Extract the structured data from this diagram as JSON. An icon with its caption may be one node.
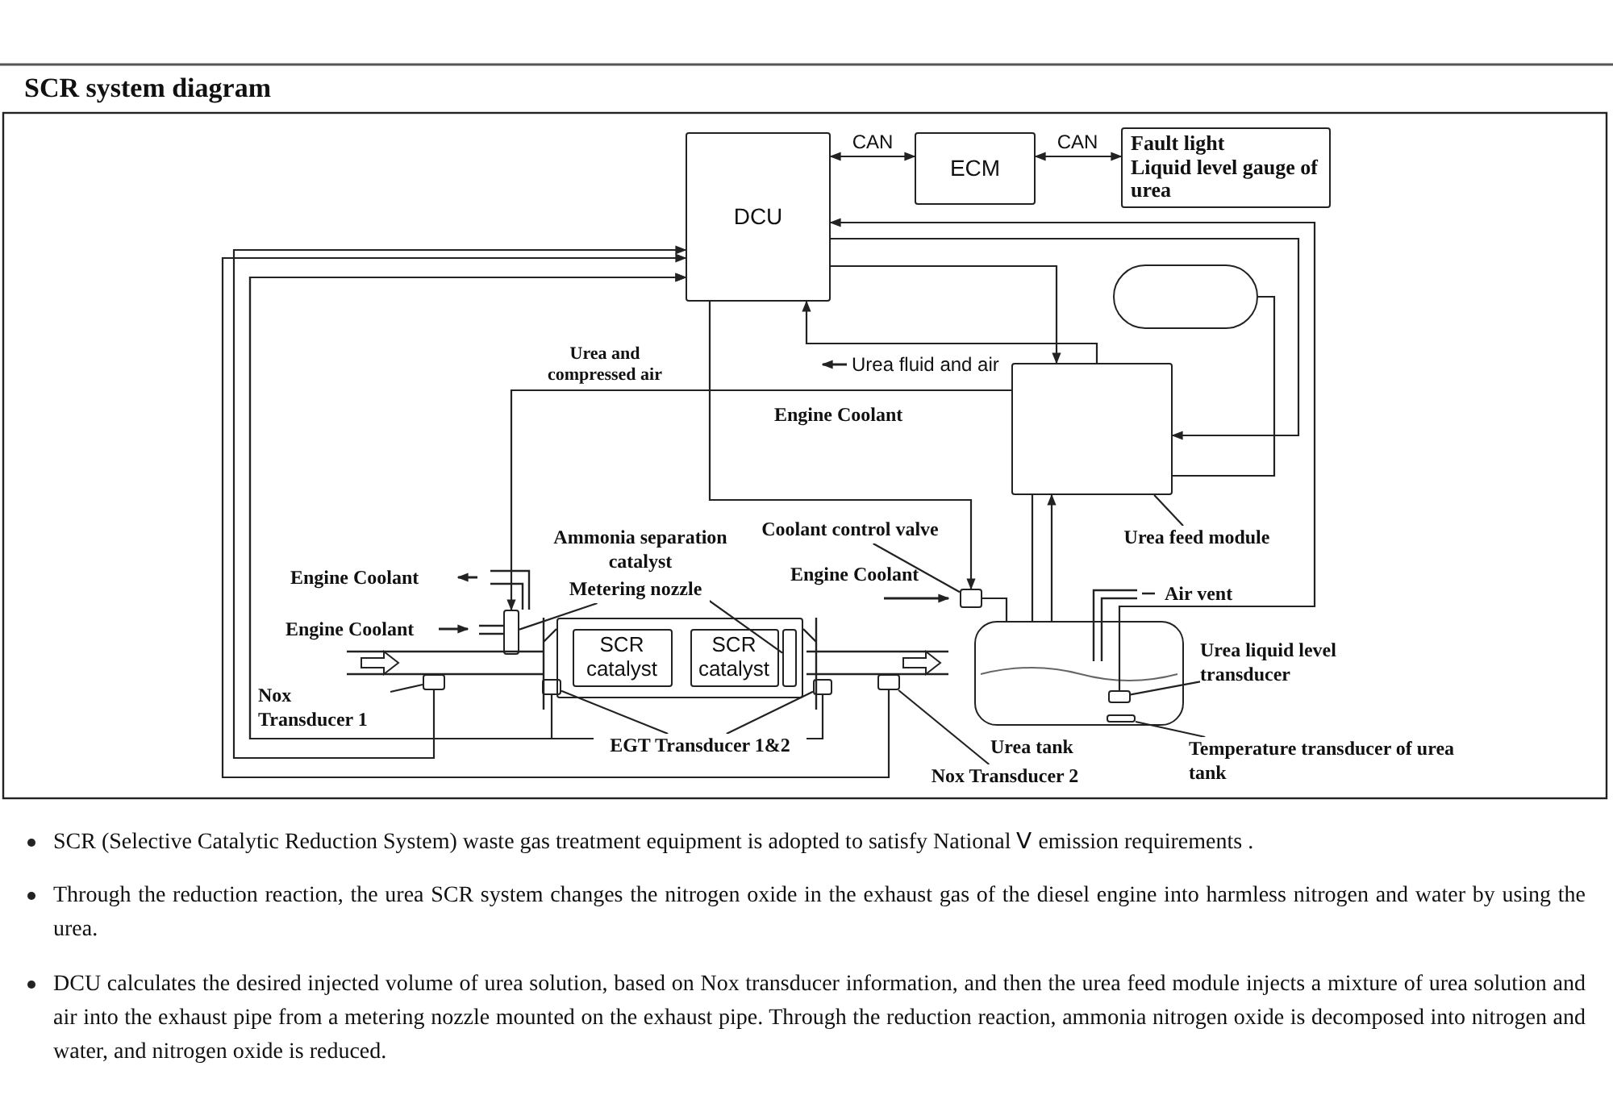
{
  "diagram": {
    "title": "SCR system diagram",
    "nodes": [
      {
        "text": [
          "DCU"
        ]
      },
      {
        "text": [
          "ECM"
        ]
      },
      {
        "text": [
          "Fault light",
          "Liquid level gauge of urea"
        ]
      },
      {
        "text": [],
        "shape": "cylinder"
      },
      {
        "text": [],
        "shape": "box"
      },
      {
        "text": [
          "Urea feed module"
        ]
      },
      {
        "text": [],
        "shape": "box",
        "beside": [
          "Urea tank"
        ]
      },
      {
        "text": [],
        "shape": "box"
      },
      {
        "text": [
          "SCR catalyst"
        ],
        "in": 7
      },
      {
        "text": [
          "SCR catalyst"
        ],
        "in": 7
      },
      {
        "text": [],
        "shape": "box",
        "in": 7
      },
      {
        "text": [
          "Ammonia separation catalyst"
        ]
      },
      {
        "text": [],
        "shape": "box"
      },
      {
        "text": [
          "Metering nozzle"
        ]
      },
      {
        "text": [],
        "shape": "box"
      },
      {
        "text": [
          "Nox Transducer 1"
        ]
      },
      {
        "text": [],
        "shape": "box"
      },
      {
        "text": [],
        "shape": "box"
      },
      {
        "text": [
          "EGT Transducer 1&2"
        ]
      },
      {
        "text": [],
        "shape": "box"
      },
      {
        "text": [
          "Nox Transducer 2"
        ]
      },
      {
        "text": [],
        "shape": "box"
      },
      {
        "text": [
          "Coolant control valve"
        ]
      },
      {
        "text": [],
        "shape": "box",
        "in": 6
      },
      {
        "text": [
          "Urea liquid level transducer"
        ]
      },
      {
        "text": [],
        "shape": "box",
        "in": 6
      },
      {
        "text": [
          "Temperature transducer of urea tank"
        ]
      }
    ],
    "edges": [
      {
        "from": 0,
        "to": 1,
        "arrow": "both",
        "label": "CAN"
      },
      {
        "from": 1,
        "to": 2,
        "arrow": "both",
        "label": "CAN"
      },
      {
        "from": 14,
        "to": 0,
        "arrow": "to"
      },
      {
        "from": 16,
        "to": 0,
        "arrow": "to"
      },
      {
        "from": 17,
        "to": 0,
        "arrow": "to"
      },
      {
        "from": 19,
        "to": 0,
        "arrow": "to"
      },
      {
        "from": 23,
        "to": 0,
        "arrow": "to"
      },
      {
        "from": 0,
        "to": 4,
        "arrow": "to"
      },
      {
        "from": 0,
        "to": 4,
        "arrow": "to"
      },
      {
        "from": 4,
        "to": 0,
        "arrow": "to"
      },
      {
        "from": 0,
        "to": 21,
        "arrow": "to"
      },
      {
        "from": 4,
        "to": 12,
        "arrow": "to",
        "label": "Urea and compressed air"
      },
      {
        "from": 3,
        "to": 4,
        "arrow": "none"
      },
      {
        "from": 6,
        "to": 4,
        "arrow": "to"
      },
      {
        "from": 4,
        "to": 6,
        "arrow": "none"
      },
      {
        "from": 21,
        "to": 6,
        "arrow": "none"
      },
      {
        "from": 5,
        "to": 4,
        "arrow": "none"
      },
      {
        "from": 11,
        "to": 10,
        "arrow": "none"
      },
      {
        "from": 13,
        "to": 12,
        "arrow": "none"
      },
      {
        "from": 15,
        "to": 14,
        "arrow": "none"
      },
      {
        "from": 18,
        "to": 16,
        "arrow": "none"
      },
      {
        "from": 18,
        "to": 17,
        "arrow": "none"
      },
      {
        "from": 20,
        "to": 19,
        "arrow": "none"
      },
      {
        "from": 22,
        "to": 21,
        "arrow": "none"
      },
      {
        "from": 24,
        "to": 23,
        "arrow": "none"
      },
      {
        "from": 26,
        "to": 25,
        "arrow": "none"
      }
    ],
    "labels": [
      "Urea fluid and air",
      "Engine Coolant",
      "Engine Coolant",
      "Engine Coolant",
      "Engine Coolant",
      "Air vent",
      "SCR (Selective Catalytic Reduction System) waste gas treatment equipment is adopted to satisfy National Ⅴ emission requirements .",
      "Through the reduction reaction, the urea SCR system changes the nitrogen oxide in the exhaust gas of the diesel engine into harmless nitrogen and water by using the urea.",
      "DCU calculates the desired injected volume of urea solution, based on Nox transducer information, and then the urea feed module injects a mixture of urea solution and air into the exhaust pipe from a metering nozzle mounted on the exhaust pipe. Through the reduction reaction, ammonia nitrogen oxide is decomposed into nitrogen and water, and nitrogen oxide is reduced."
    ]
  }
}
